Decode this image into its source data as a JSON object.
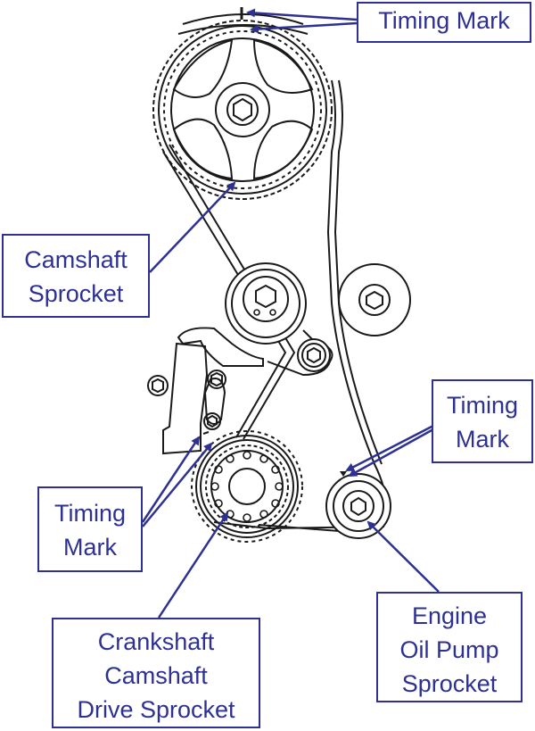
{
  "colors": {
    "label": "#2e3192",
    "ink": "#1a1a1a",
    "background": "#ffffff"
  },
  "labels": {
    "timing_mark_top": {
      "lines": [
        "Timing Mark"
      ]
    },
    "camshaft_sprocket": {
      "lines": [
        "Camshaft",
        "Sprocket"
      ]
    },
    "timing_mark_right": {
      "lines": [
        "Timing",
        "Mark"
      ]
    },
    "timing_mark_left": {
      "lines": [
        "Timing",
        "Mark"
      ]
    },
    "crankshaft_sprocket": {
      "lines": [
        "Crankshaft",
        "Camshaft",
        "Drive Sprocket"
      ]
    },
    "oil_pump_sprocket": {
      "lines": [
        "Engine",
        "Oil Pump",
        "Sprocket"
      ]
    }
  },
  "components": [
    "camshaft-sprocket",
    "tensioner-pulley",
    "idler-pulley",
    "small-idler",
    "tensioner-bracket",
    "crankshaft-sprocket",
    "oil-pump-sprocket",
    "timing-belt"
  ]
}
